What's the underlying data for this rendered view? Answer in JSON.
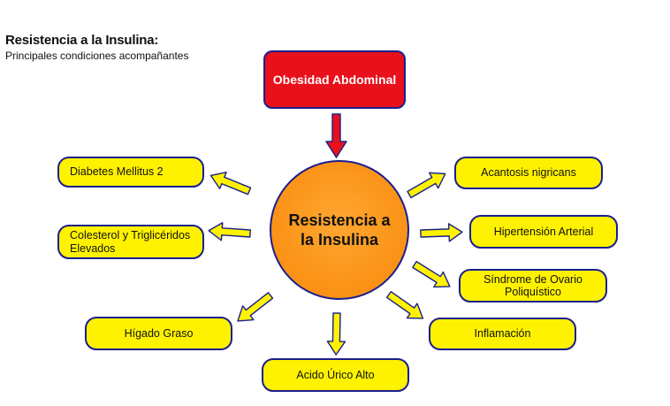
{
  "header": {
    "title": "Resistencia a la Insulina:",
    "subtitle": "Principales condiciones acompañantes"
  },
  "diagram": {
    "top_cause": "Obesidad Abdominal",
    "center": "Resistencia a la Insulina",
    "conditions": {
      "diabetes": "Diabetes Mellitus 2",
      "colesterol": "Colesterol y Triglicéridos Elevados",
      "higado": "Hígado Graso",
      "acido_urico": "Acido Úrico Alto",
      "acantosis": "Acantosis nigricans",
      "hipertension": "Hipertensión Arterial",
      "sindrome_ovario": "Síndrome de Ovario Poliquístico",
      "inflamacion": "Inflamación"
    }
  },
  "colors": {
    "top_cause_fill": "#e8101a",
    "center_fill": "#fb9418",
    "condition_fill": "#fff200",
    "border": "#1a1f8c"
  }
}
